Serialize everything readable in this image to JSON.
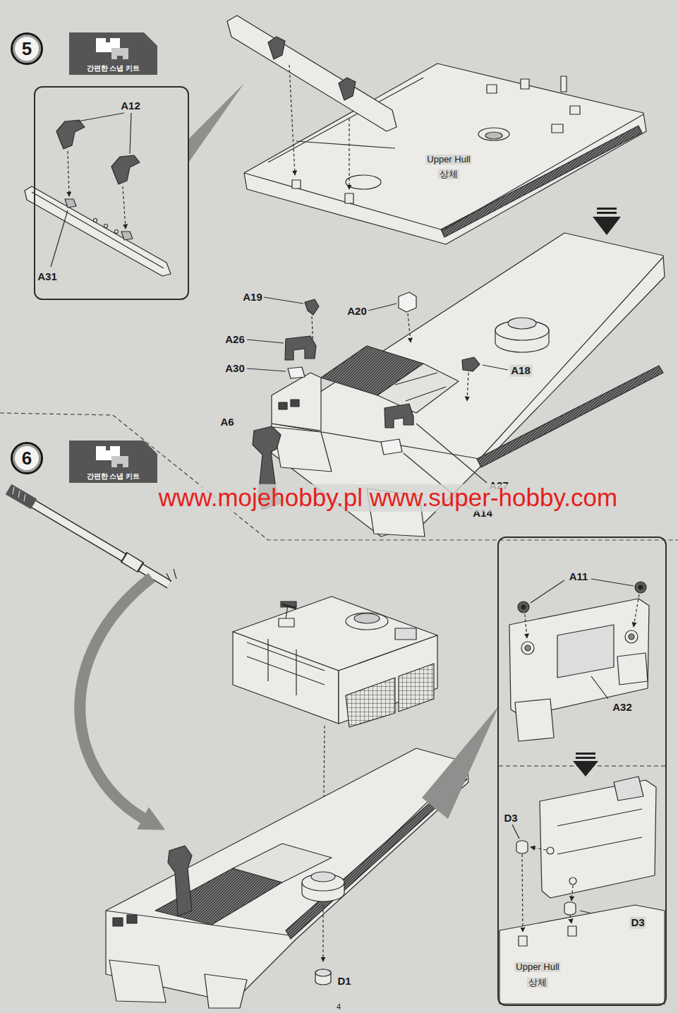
{
  "diagram": {
    "nodes": [
      {
        "text": [
          "5"
        ]
      },
      {
        "text": [
          "간편한 스냅 키트"
        ]
      },
      {
        "text": [
          "A12",
          "A31"
        ]
      },
      {
        "text": [
          "6"
        ]
      },
      {
        "text": [
          "간편한 스냅 키트"
        ]
      },
      {
        "text": [
          "A11",
          "A32",
          "D3",
          "D3",
          "Upper Hull",
          "상체"
        ]
      }
    ],
    "labels": [
      "Upper Hull",
      "상체",
      "A19",
      "A20",
      "A26",
      "A18",
      "A30",
      "A6",
      "A27",
      "A14",
      "www.mojehobby.pl www.super-hobby.com",
      "D1",
      "4"
    ]
  }
}
